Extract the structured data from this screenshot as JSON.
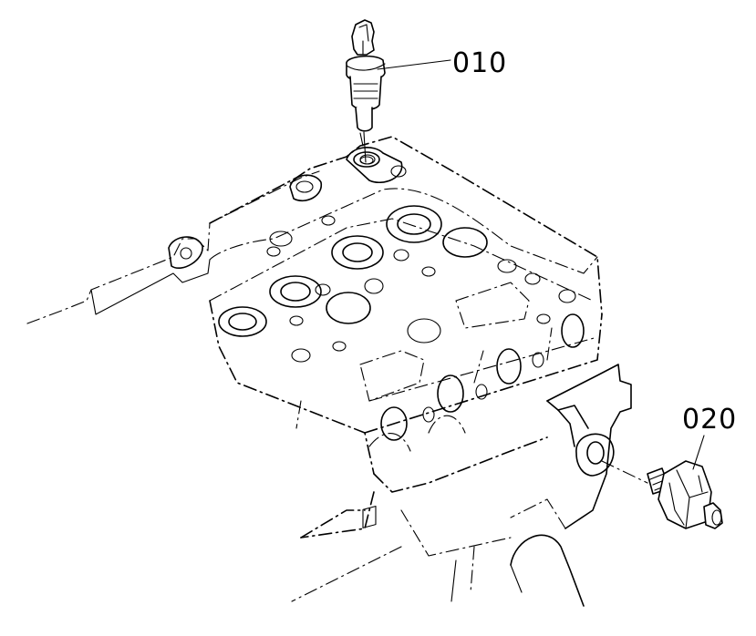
{
  "parts": [
    {
      "id": "part-010",
      "label": "010",
      "description_visible": false
    },
    {
      "id": "part-020",
      "label": "020",
      "description_visible": false
    }
  ],
  "colors": {
    "line": "#000000",
    "background": "#ffffff"
  }
}
